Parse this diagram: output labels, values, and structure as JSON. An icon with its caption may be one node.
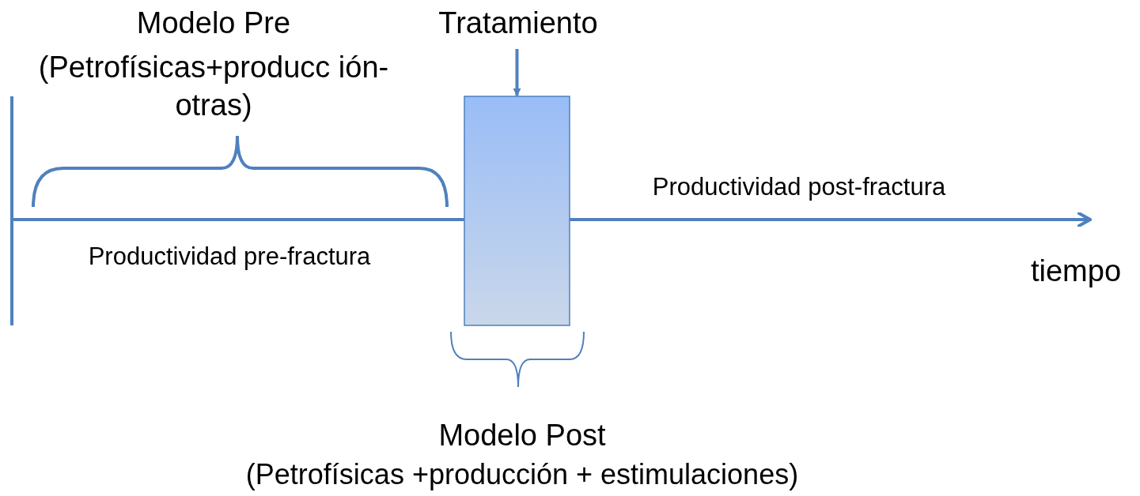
{
  "diagram": {
    "nodes": [
      {
        "text": [
          "Tratamiento"
        ]
      },
      {
        "text": [],
        "shape": "box"
      }
    ],
    "edges": [
      {
        "from": 0,
        "to": 1,
        "arrow": "to"
      }
    ],
    "labels": [
      "Modelo Pre",
      "(Petrofísicas+producc ión-otras)",
      "Productividad post-fractura",
      "Productividad pre-fractura",
      "tiempo",
      "Modelo Post",
      "(Petrofísicas +producción + estimulaciones)"
    ]
  }
}
